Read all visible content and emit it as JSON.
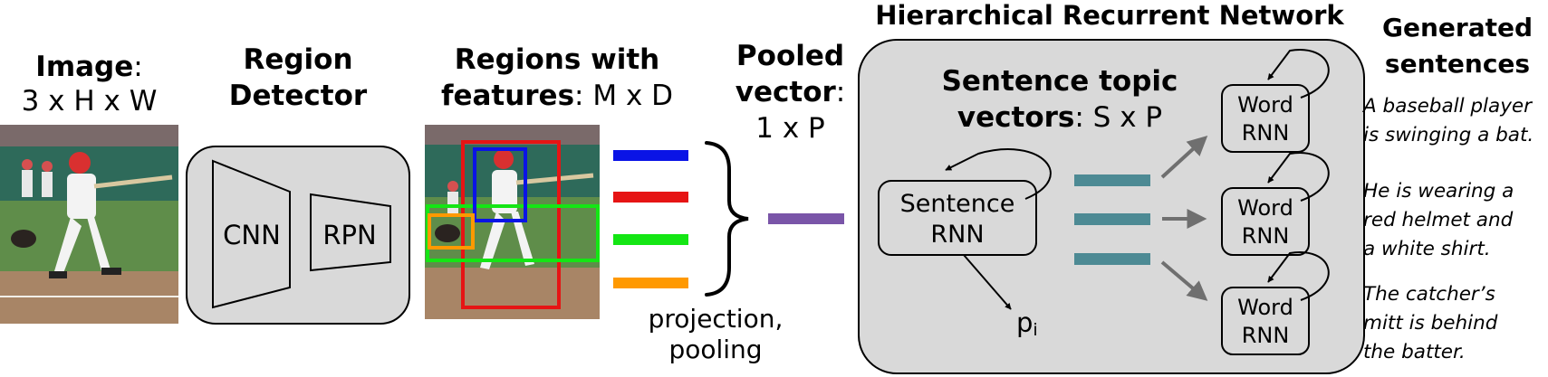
{
  "image_block": {
    "title_bold": "Image",
    "title_rest": ":",
    "dims": "3 x H x W"
  },
  "detector_block": {
    "line1": "Region",
    "line2": "Detector",
    "cnn": "CNN",
    "rpn": "RPN"
  },
  "regions_block": {
    "line1": "Regions with",
    "line2_bold": "features",
    "line2_rest": ": M x D"
  },
  "projection_label": {
    "line1": "projection,",
    "line2": "pooling"
  },
  "pooled_block": {
    "line1": "Pooled",
    "line2_bold": "vector",
    "line2_rest": ":",
    "line3": "1 x P"
  },
  "hrn_block": {
    "title": "Hierarchical Recurrent Network",
    "topic_line1": "Sentence topic",
    "topic_line2_bold": "vectors",
    "topic_line2_rest": ": S x P",
    "sentence_rnn_line1": "Sentence",
    "sentence_rnn_line2": "RNN",
    "p_symbol": "p",
    "p_subscript": "i",
    "word_rnn_line1": "Word",
    "word_rnn_line2": "RNN"
  },
  "generated_block": {
    "title_line1": "Generated",
    "title_line2": "sentences",
    "sentences": [
      {
        "line1": "A baseball player",
        "line2": "is swinging a bat."
      },
      {
        "line1": "He is wearing a",
        "line2": "red helmet and",
        "line3": "a white shirt."
      },
      {
        "line1": "The catcher’s",
        "line2": "mitt is behind",
        "line3": "the batter."
      }
    ]
  },
  "colors": {
    "box_fill": "#d9d9d9",
    "region_blue": "#0a14e6",
    "region_red": "#e61414",
    "region_green": "#14e614",
    "region_orange": "#ff9900",
    "pooled": "#7a55a8",
    "topic": "#4d8a94",
    "arrow_gray": "#6f6f6f"
  }
}
